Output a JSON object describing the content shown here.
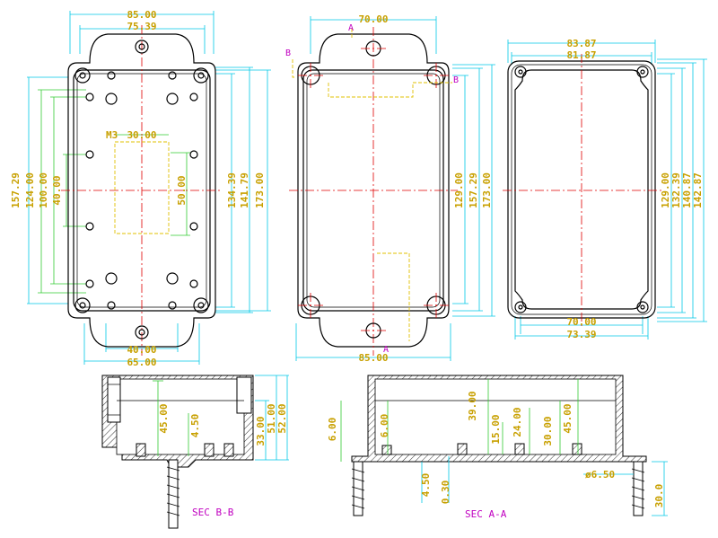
{
  "drawing": {
    "top_left_view": {
      "dims_horizontal": [
        "85.00",
        "75.39",
        "40.00",
        "65.00",
        "30.00"
      ],
      "dims_vertical_left": [
        "157.29",
        "124.00",
        "100.00",
        "40.00"
      ],
      "dims_vertical_right": [
        "134.39",
        "141.79",
        "173.00"
      ],
      "dim_inner_height": "50.00",
      "thread_label": "M3"
    },
    "top_middle_view": {
      "dims_horizontal": [
        "70.00",
        "85.00"
      ],
      "dims_vertical": [
        "129.00",
        "157.29",
        "173.00"
      ],
      "section_marks": [
        "A",
        "A",
        "B",
        "B"
      ]
    },
    "top_right_view": {
      "dims_horizontal": [
        "83.87",
        "81.87",
        "70.00",
        "73.39"
      ],
      "dims_vertical": [
        "129.00",
        "132.39",
        "140.87",
        "142.87"
      ]
    },
    "section_bb": {
      "title": "SEC B-B",
      "dims": [
        "45.00",
        "4.50",
        "33.00",
        "51.00",
        "52.00"
      ]
    },
    "section_aa": {
      "title": "SEC A-A",
      "dims": [
        "6.00",
        "6.00",
        "39.00",
        "15.00",
        "24.00",
        "30.00",
        "45.00",
        "4.50",
        "0.30",
        "ø6.50",
        "30.0"
      ]
    }
  },
  "colors": {
    "dimension_text": "#c8a000",
    "dimension_lines": "#00c8e6",
    "center_lines": "#e00000",
    "section_labels": "#c000c0"
  }
}
